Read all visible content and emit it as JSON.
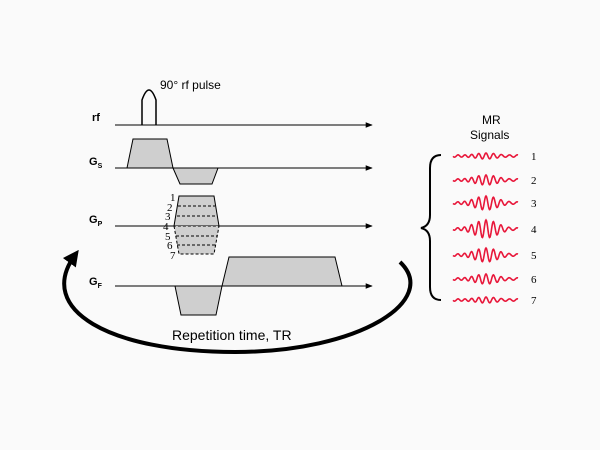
{
  "title_pulse": "90° rf pulse",
  "axes": {
    "rf": "rf",
    "gs_main": "G",
    "gs_sub": "S",
    "gp_main": "G",
    "gp_sub": "P",
    "gf_main": "G",
    "gf_sub": "F"
  },
  "phase_steps": [
    "1",
    "2",
    "3",
    "4",
    "5",
    "6",
    "7"
  ],
  "signals_title_line1": "MR",
  "signals_title_line2": "Signals",
  "signal_numbers": [
    "1",
    "2",
    "3",
    "4",
    "5",
    "6",
    "7"
  ],
  "tr_label": "Repetition time, TR",
  "colors": {
    "signal": "#e8173a",
    "gradient_fill": "#cfcfcf",
    "line": "#000000",
    "background": "#fafafa"
  }
}
